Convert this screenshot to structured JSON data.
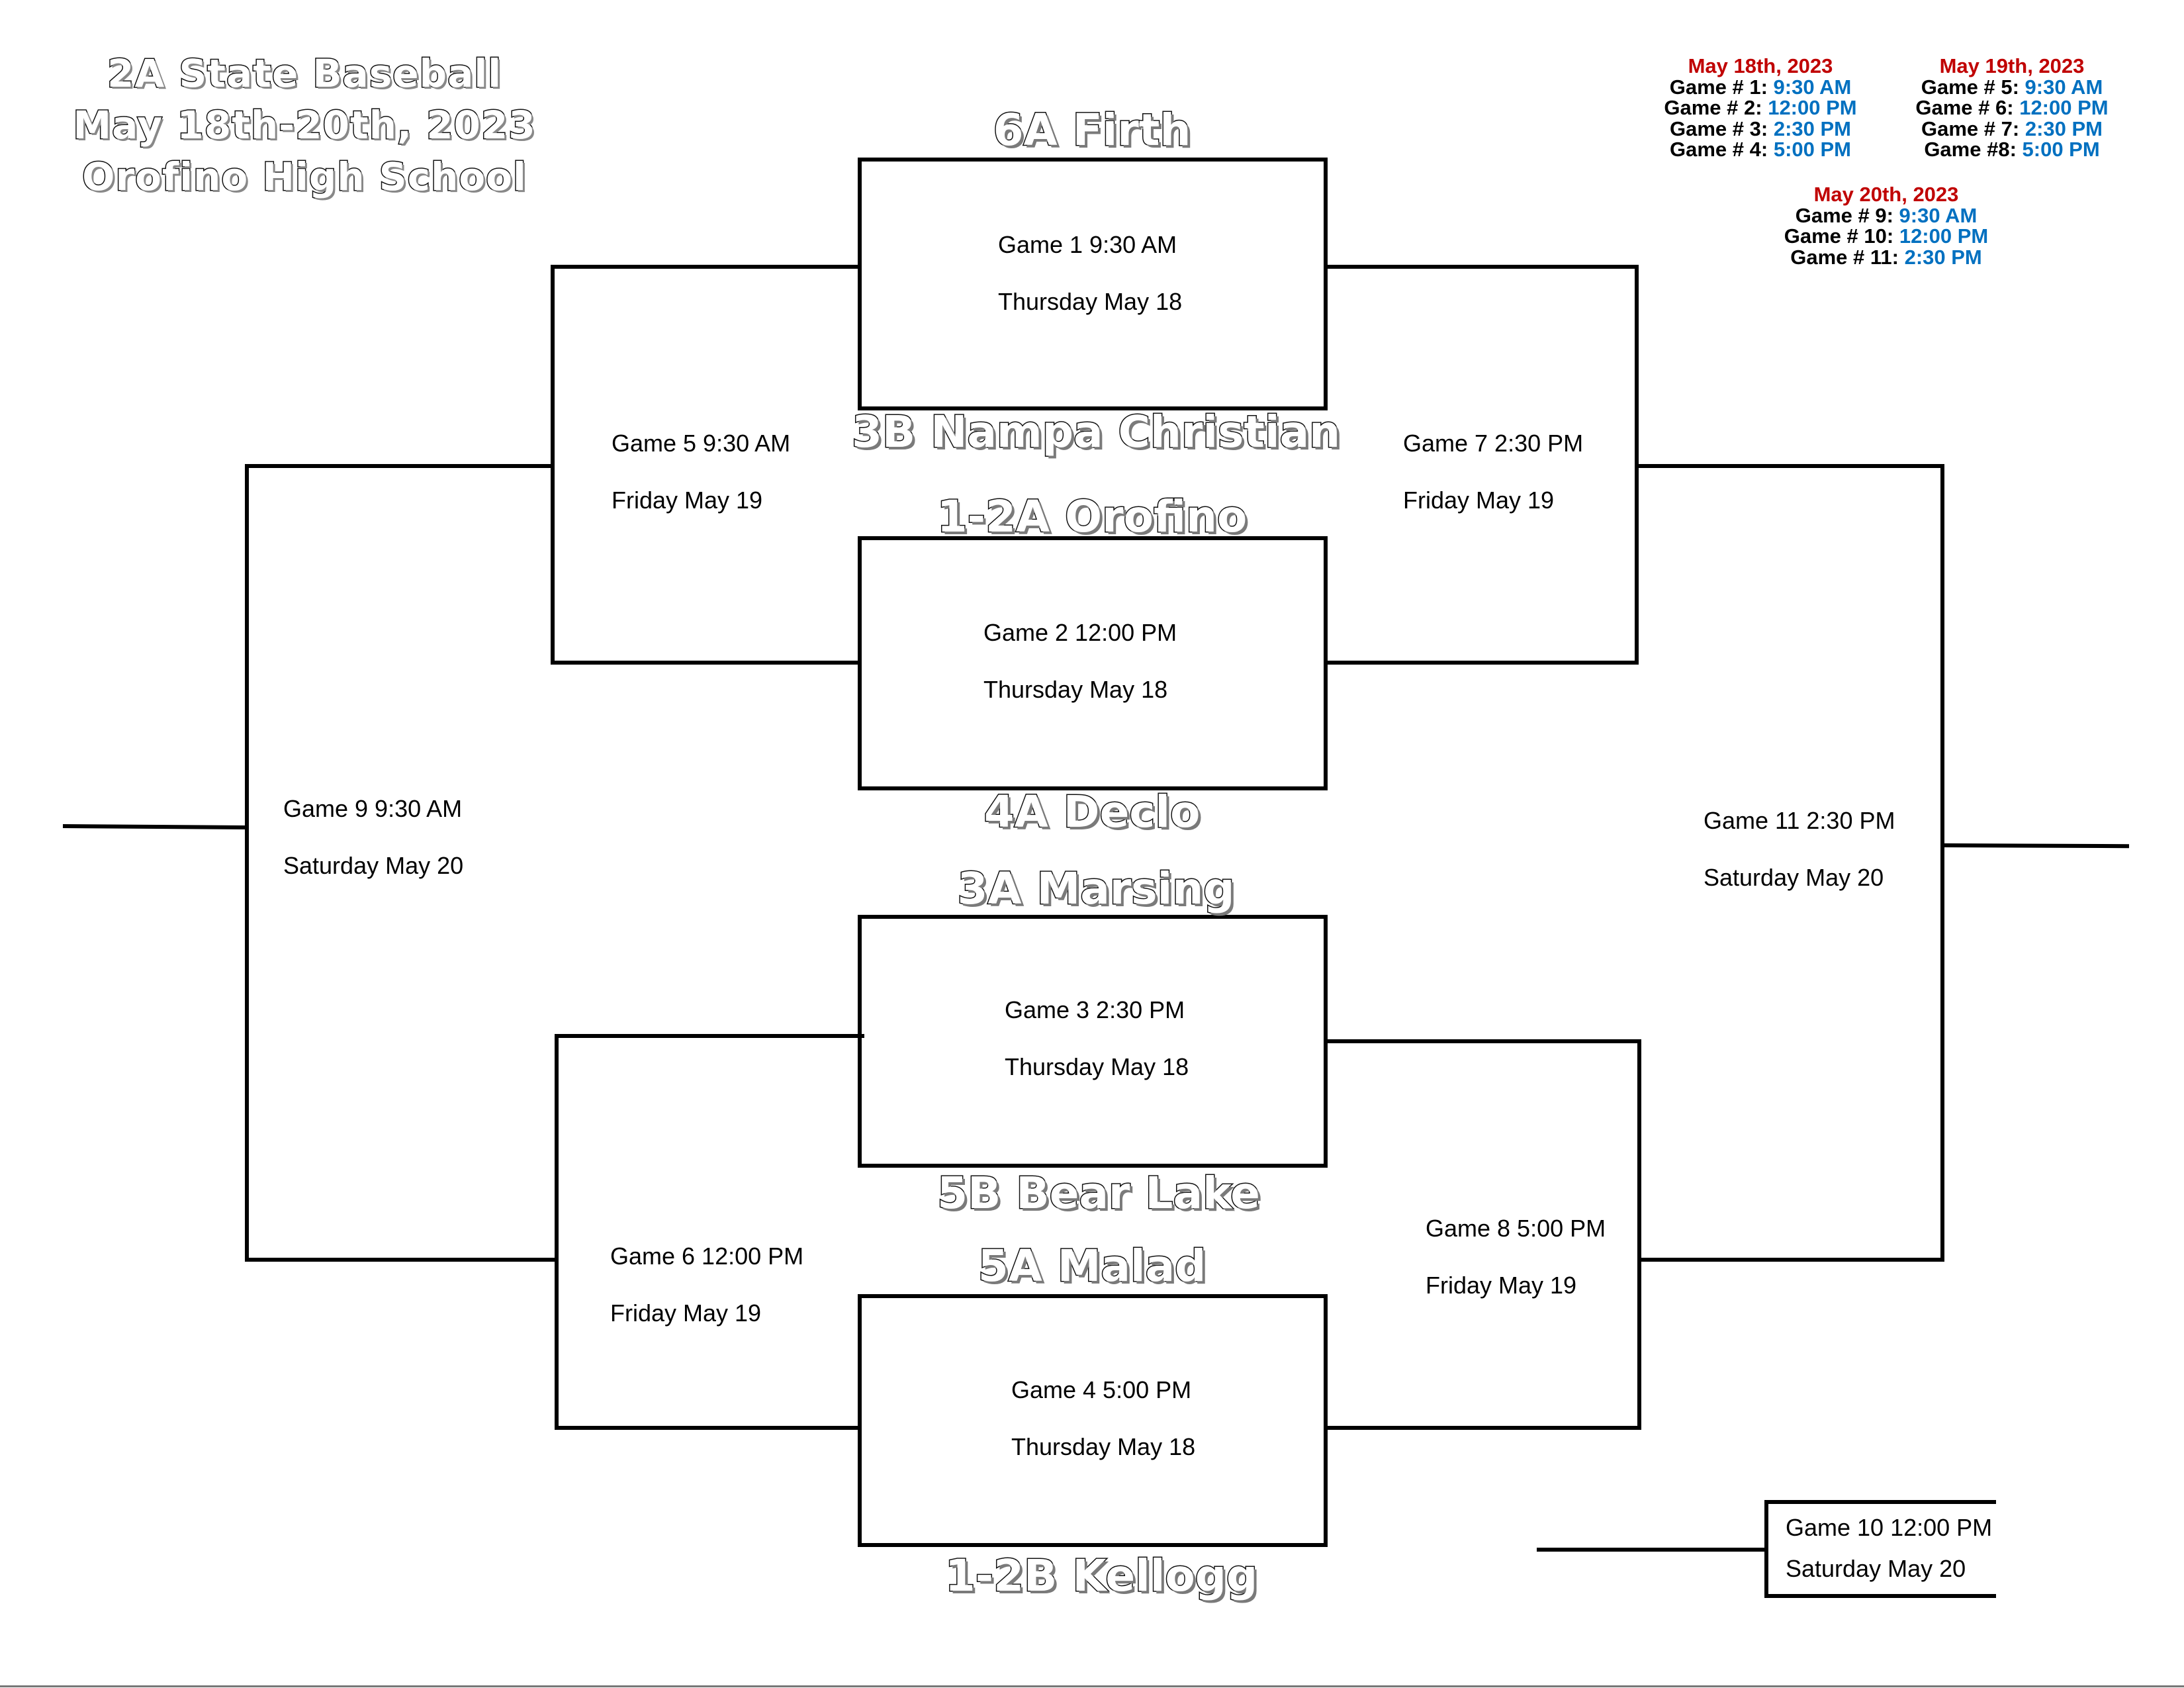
{
  "header": {
    "line1": "2A State Baseball",
    "line2": "May 18th-20th, 2023",
    "line3": "Orofino High School"
  },
  "schedule": [
    {
      "date": "May 18th, 2023",
      "games": [
        {
          "label": "Game # 1:",
          "time": "9:30 AM"
        },
        {
          "label": "Game # 2:",
          "time": "12:00 PM"
        },
        {
          "label": "Game # 3:",
          "time": "2:30 PM"
        },
        {
          "label": "Game # 4:",
          "time": "5:00 PM"
        }
      ]
    },
    {
      "date": "May 19th, 2023",
      "games": [
        {
          "label": "Game # 5:",
          "time": "9:30 AM"
        },
        {
          "label": "Game # 6:",
          "time": "12:00 PM"
        },
        {
          "label": "Game # 7:",
          "time": "2:30 PM"
        },
        {
          "label": "Game #8:",
          "time": "5:00 PM"
        }
      ]
    },
    {
      "date": "May 20th, 2023",
      "games": [
        {
          "label": "Game # 9:",
          "time": "9:30 AM"
        },
        {
          "label": "Game # 10:",
          "time": "12:00 PM"
        },
        {
          "label": "Game # 11:",
          "time": "2:30 PM"
        }
      ]
    }
  ],
  "teams": {
    "t1": "6A Firth",
    "t2": "3B Nampa Christian",
    "t3": "1-2A Orofino",
    "t4": "4A Declo",
    "t5": "3A Marsing",
    "t6": "5B Bear Lake",
    "t7": "5A Malad",
    "t8": "1-2B Kellogg"
  },
  "games": {
    "g1": {
      "time": "Game 1 9:30 AM",
      "day": "Thursday May 18"
    },
    "g2": {
      "time": "Game 2 12:00 PM",
      "day": "Thursday May 18"
    },
    "g3": {
      "time": "Game 3 2:30 PM",
      "day": "Thursday May 18"
    },
    "g4": {
      "time": "Game 4 5:00 PM",
      "day": "Thursday May 18"
    },
    "g5": {
      "time": "Game 5 9:30 AM",
      "day": "Friday May 19"
    },
    "g6": {
      "time": "Game 6 12:00 PM",
      "day": "Friday May 19"
    },
    "g7": {
      "time": "Game 7 2:30 PM",
      "day": "Friday May 19"
    },
    "g8": {
      "time": "Game 8 5:00 PM",
      "day": "Friday May 19"
    },
    "g9": {
      "time": "Game 9 9:30 AM",
      "day": "Saturday May 20"
    },
    "g10": {
      "time": "Game 10 12:00 PM",
      "day": "Saturday May 20"
    },
    "g11": {
      "time": "Game 11 2:30 PM",
      "day": "Saturday May 20"
    }
  },
  "colors": {
    "date_heading": "#c00000",
    "time": "#0070c0",
    "lines": "#000000"
  }
}
